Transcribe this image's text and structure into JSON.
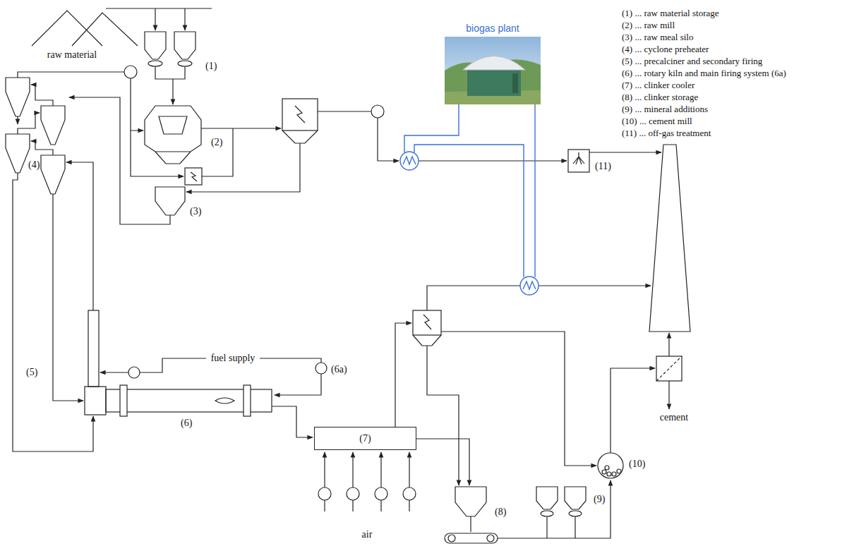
{
  "diagram": {
    "nodes": [
      {
        "text": [
          "biogas plant"
        ]
      },
      {
        "text": [
          "(7)"
        ]
      }
    ],
    "labels": [
      "raw material",
      "(1)",
      "(2)",
      "(3)",
      "(4)",
      "(5)",
      "fuel supply",
      "(6)",
      "(6a)",
      "(8)",
      "(9)",
      "(10)",
      "(11)",
      "air",
      "cement",
      "(1) ... raw material storage",
      "(2) ... raw mill",
      "(3) ... raw meal silo",
      "(4) ... cyclone preheater",
      "(5) ... precalciner and secondary firing",
      "(6) ... rotary kiln and main firing system (6a)",
      "(7) ... clinker cooler",
      "(8) ... clinker storage",
      "(9) ... mineral additions",
      "(10) ... cement mill",
      "(11) ... off-gas treatment"
    ]
  }
}
